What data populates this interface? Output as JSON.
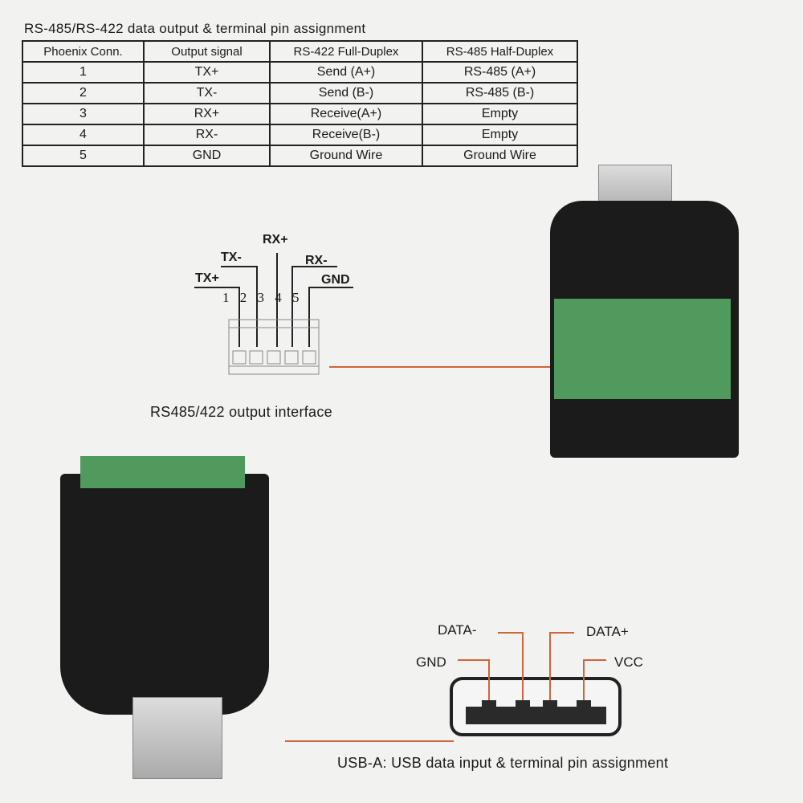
{
  "title": "RS-485/RS-422 data output & terminal pin assignment",
  "table": {
    "headers": [
      "Phoenix Conn.",
      "Output signal",
      "RS-422 Full-Duplex",
      "RS-485 Half-Duplex"
    ],
    "rows": [
      [
        "1",
        "TX+",
        "Send (A+)",
        "RS-485 (A+)"
      ],
      [
        "2",
        "TX-",
        "Send (B-)",
        "RS-485 (B-)"
      ],
      [
        "3",
        "RX+",
        "Receive(A+)",
        "Empty"
      ],
      [
        "4",
        "RX-",
        "Receive(B-)",
        "Empty"
      ],
      [
        "5",
        "GND",
        "Ground Wire",
        "Ground Wire"
      ]
    ]
  },
  "terminal_diagram": {
    "labels": [
      "TX+",
      "TX-",
      "RX+",
      "RX-",
      "GND"
    ],
    "pins": [
      "1",
      "2",
      "3",
      "4",
      "5"
    ],
    "caption": "RS485/422 output interface"
  },
  "usb_diagram": {
    "labels": {
      "data_minus": "DATA-",
      "data_plus": "DATA+",
      "gnd": "GND",
      "vcc": "VCC"
    },
    "caption": "USB-A: USB data input & terminal pin assignment"
  },
  "colors": {
    "connector_green": "#4f9a5c",
    "leader_line": "#d0643a"
  }
}
